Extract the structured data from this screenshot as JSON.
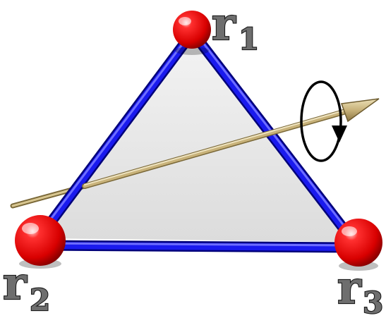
{
  "diagram": {
    "vertices": [
      {
        "id": "r1",
        "symbol": "r",
        "subscript": "1"
      },
      {
        "id": "r2",
        "symbol": "r",
        "subscript": "2"
      },
      {
        "id": "r3",
        "symbol": "r",
        "subscript": "3"
      }
    ],
    "edges": [
      {
        "from": "r1",
        "to": "r2"
      },
      {
        "from": "r2",
        "to": "r3"
      },
      {
        "from": "r3",
        "to": "r1"
      }
    ],
    "colors": {
      "vertex_sphere": "#e00000",
      "edge_rod": "#1010e0",
      "face": "#e6e6e6",
      "rotation_axis": "#c8b27a",
      "rotation_circle": "#000000",
      "label_fill": "#6e6e6e",
      "label_outline": "#1a1a1a"
    },
    "rotation_axis_icon": "arrow-axis",
    "rotation_indicator_icon": "circular-arrow"
  }
}
